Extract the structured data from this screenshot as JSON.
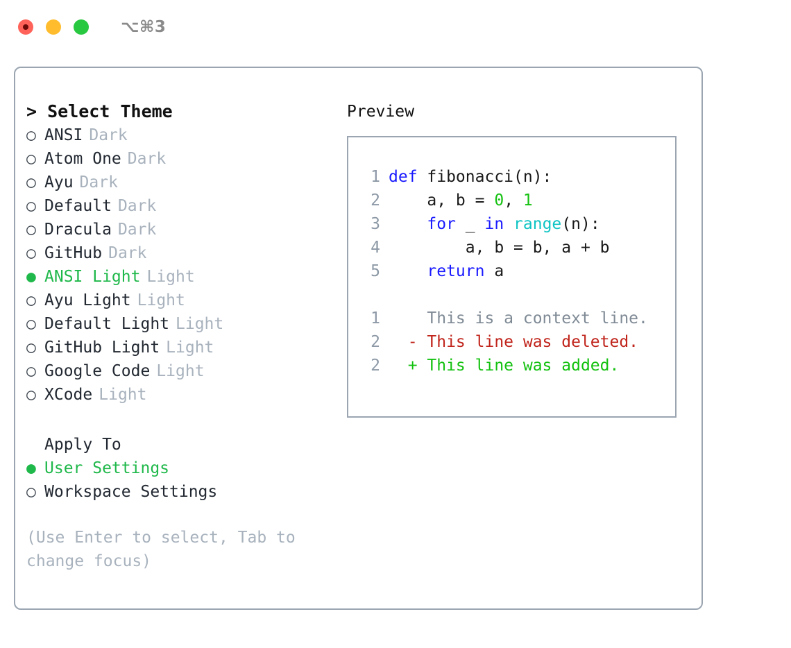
{
  "titlebar": {
    "shortcut": "⌥⌘3",
    "buttons": {
      "close": "close",
      "minimize": "minimize",
      "maximize": "maximize"
    }
  },
  "theme_selector": {
    "header": "> Select Theme",
    "options": [
      {
        "marker": "○",
        "name": "ANSI",
        "tag": "Dark",
        "selected": false
      },
      {
        "marker": "○",
        "name": "Atom One",
        "tag": "Dark",
        "selected": false
      },
      {
        "marker": "○",
        "name": "Ayu",
        "tag": "Dark",
        "selected": false
      },
      {
        "marker": "○",
        "name": "Default",
        "tag": "Dark",
        "selected": false
      },
      {
        "marker": "○",
        "name": "Dracula",
        "tag": "Dark",
        "selected": false
      },
      {
        "marker": "○",
        "name": "GitHub",
        "tag": "Dark",
        "selected": false
      },
      {
        "marker": "●",
        "name": "ANSI Light",
        "tag": "Light",
        "selected": true
      },
      {
        "marker": "○",
        "name": "Ayu Light",
        "tag": "Light",
        "selected": false
      },
      {
        "marker": "○",
        "name": "Default Light",
        "tag": "Light",
        "selected": false
      },
      {
        "marker": "○",
        "name": "GitHub Light",
        "tag": "Light",
        "selected": false
      },
      {
        "marker": "○",
        "name": "Google Code",
        "tag": "Light",
        "selected": false
      },
      {
        "marker": "○",
        "name": "XCode",
        "tag": "Light",
        "selected": false
      }
    ]
  },
  "apply_to": {
    "header": "Apply To",
    "options": [
      {
        "marker": "●",
        "name": "User Settings",
        "selected": true
      },
      {
        "marker": "○",
        "name": "Workspace Settings",
        "selected": false
      }
    ]
  },
  "hint": "(Use Enter to select, Tab to change focus)",
  "preview": {
    "title": "Preview",
    "code_lines": [
      {
        "number": "1",
        "tokens": [
          {
            "text": "def ",
            "kind": "kw"
          },
          {
            "text": "fibonacci(n):",
            "kind": "plain"
          }
        ]
      },
      {
        "number": "2",
        "tokens": [
          {
            "text": "    a, b = ",
            "kind": "plain"
          },
          {
            "text": "0",
            "kind": "num"
          },
          {
            "text": ", ",
            "kind": "plain"
          },
          {
            "text": "1",
            "kind": "num"
          }
        ]
      },
      {
        "number": "3",
        "tokens": [
          {
            "text": "    ",
            "kind": "plain"
          },
          {
            "text": "for",
            "kind": "kw"
          },
          {
            "text": " _ ",
            "kind": "plain"
          },
          {
            "text": "in",
            "kind": "kw"
          },
          {
            "text": " ",
            "kind": "plain"
          },
          {
            "text": "range",
            "kind": "fn"
          },
          {
            "text": "(n):",
            "kind": "plain"
          }
        ]
      },
      {
        "number": "4",
        "tokens": [
          {
            "text": "        a, b = b, a + b",
            "kind": "plain"
          }
        ]
      },
      {
        "number": "5",
        "tokens": [
          {
            "text": "    ",
            "kind": "plain"
          },
          {
            "text": "return",
            "kind": "kw"
          },
          {
            "text": " a",
            "kind": "plain"
          }
        ]
      }
    ],
    "diff_lines": [
      {
        "number": "1",
        "sign": " ",
        "text": " This is a context line.",
        "kind": "ctx"
      },
      {
        "number": "2",
        "sign": "-",
        "text": " This line was deleted.",
        "kind": "del"
      },
      {
        "number": "2",
        "sign": "+",
        "text": " This line was added.",
        "kind": "add"
      }
    ]
  },
  "colors": {
    "accent_green": "#1fb84a",
    "border": "#9aa5b1",
    "muted": "#a8b2bd",
    "keyword": "#1a1aff",
    "function": "#0fc4c4",
    "number": "#13c10f",
    "diff_delete": "#c0241b",
    "diff_add": "#13c10f",
    "traffic_close": "#ff6259",
    "traffic_min": "#ffbd2e",
    "traffic_max": "#28c840"
  }
}
